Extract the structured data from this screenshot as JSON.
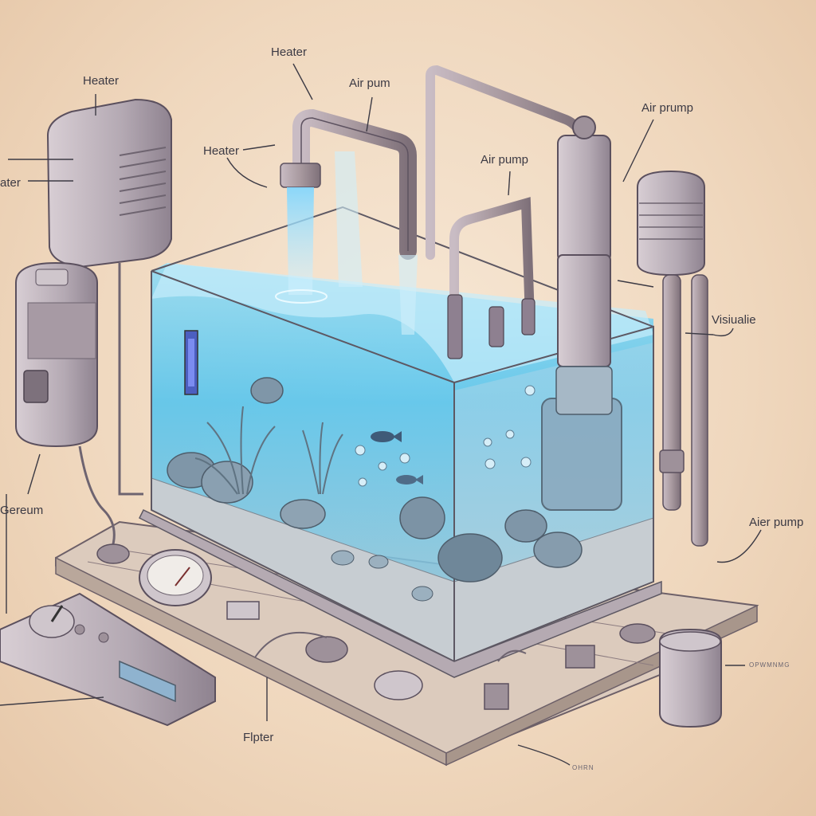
{
  "labels": {
    "heater_left": "Heater",
    "heater_top": "Heater",
    "heater_mid": "Heater",
    "heater_cut": "ater",
    "air_pum": "Air pum",
    "air_pump_mid": "Air pump",
    "air_prump": "Air prump",
    "visualie": "Visiualie",
    "aier_pump": "Aier pump",
    "gereum": "Gereum",
    "flpter": "Flpter",
    "tiny_right": "OPWMNMG",
    "tiny_bottom": "OHRN"
  },
  "colors": {
    "paper": "#f2dcc4",
    "water": "#5ec8ee",
    "water_deep": "#2aa9e6",
    "ink": "#4a4450",
    "device": "#b8adb6",
    "wood": "#d6c3b3"
  },
  "icons": [
    "heater-device-icon",
    "air-pump-device-icon",
    "filter-canister-icon",
    "controller-box-icon",
    "gauge-icon",
    "fish-icon",
    "pipe-icon"
  ]
}
